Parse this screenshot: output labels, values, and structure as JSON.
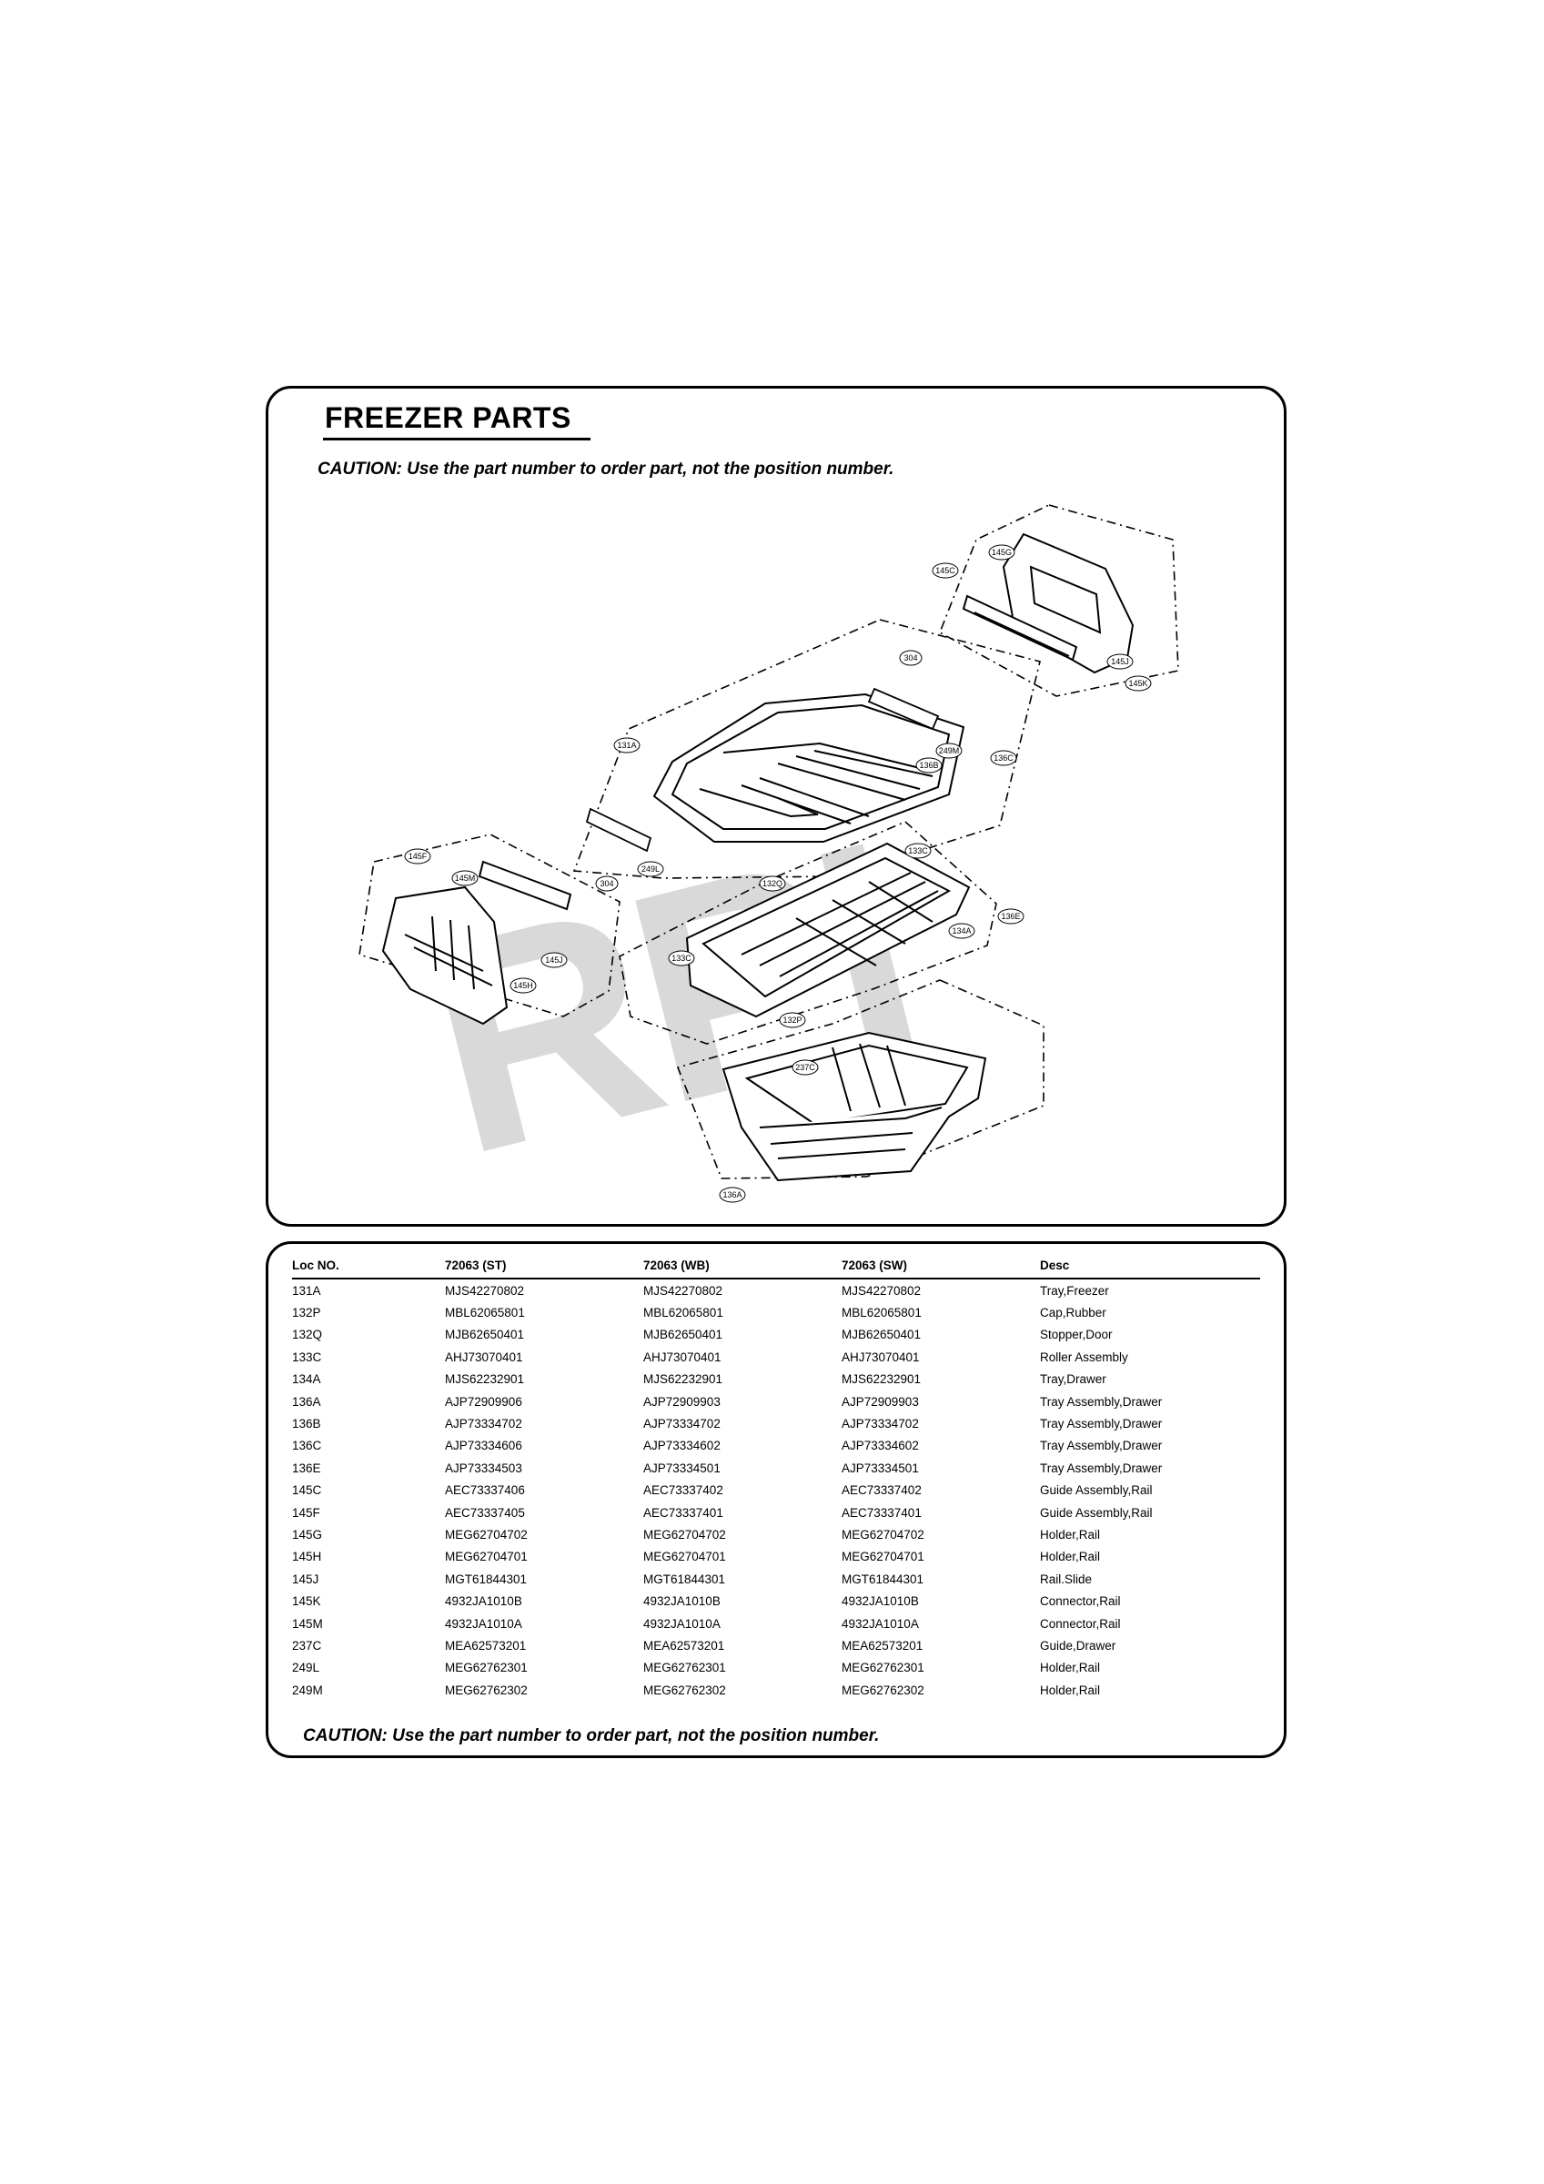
{
  "diagram": {
    "title": "FREEZER PARTS",
    "caution": "CAUTION: Use the part number to order part, not the position number.",
    "watermark": "RPI",
    "callouts": [
      "145C",
      "145G",
      "145J",
      "145K",
      "304",
      "131A",
      "249M",
      "136B",
      "136C",
      "133C",
      "145F",
      "145M",
      "304",
      "249L",
      "132Q",
      "133C",
      "136E",
      "134A",
      "145J",
      "145H",
      "132P",
      "237C",
      "136A"
    ]
  },
  "table": {
    "headers": [
      "Loc NO.",
      "72063 (ST)",
      "72063 (WB)",
      "72063 (SW)",
      "Desc"
    ],
    "rows": [
      [
        "131A",
        "MJS42270802",
        "MJS42270802",
        "MJS42270802",
        "Tray,Freezer"
      ],
      [
        "132P",
        "MBL62065801",
        "MBL62065801",
        "MBL62065801",
        "Cap,Rubber"
      ],
      [
        "132Q",
        "MJB62650401",
        "MJB62650401",
        "MJB62650401",
        "Stopper,Door"
      ],
      [
        "133C",
        "AHJ73070401",
        "AHJ73070401",
        "AHJ73070401",
        "Roller Assembly"
      ],
      [
        "134A",
        "MJS62232901",
        "MJS62232901",
        "MJS62232901",
        "Tray,Drawer"
      ],
      [
        "136A",
        "AJP72909906",
        "AJP72909903",
        "AJP72909903",
        "Tray Assembly,Drawer"
      ],
      [
        "136B",
        "AJP73334702",
        "AJP73334702",
        "AJP73334702",
        "Tray Assembly,Drawer"
      ],
      [
        "136C",
        "AJP73334606",
        "AJP73334602",
        "AJP73334602",
        "Tray Assembly,Drawer"
      ],
      [
        "136E",
        "AJP73334503",
        "AJP73334501",
        "AJP73334501",
        "Tray Assembly,Drawer"
      ],
      [
        "145C",
        "AEC73337406",
        "AEC73337402",
        "AEC73337402",
        "Guide Assembly,Rail"
      ],
      [
        "145F",
        "AEC73337405",
        "AEC73337401",
        "AEC73337401",
        "Guide Assembly,Rail"
      ],
      [
        "145G",
        "MEG62704702",
        "MEG62704702",
        "MEG62704702",
        "Holder,Rail"
      ],
      [
        "145H",
        "MEG62704701",
        "MEG62704701",
        "MEG62704701",
        "Holder,Rail"
      ],
      [
        "145J",
        "MGT61844301",
        "MGT61844301",
        "MGT61844301",
        "Rail.Slide"
      ],
      [
        "145K",
        "4932JA1010B",
        "4932JA1010B",
        "4932JA1010B",
        "Connector,Rail"
      ],
      [
        "145M",
        "4932JA1010A",
        "4932JA1010A",
        "4932JA1010A",
        "Connector,Rail"
      ],
      [
        "237C",
        "MEA62573201",
        "MEA62573201",
        "MEA62573201",
        "Guide,Drawer"
      ],
      [
        "249L",
        "MEG62762301",
        "MEG62762301",
        "MEG62762301",
        "Holder,Rail"
      ],
      [
        "249M",
        "MEG62762302",
        "MEG62762302",
        "MEG62762302",
        "Holder,Rail"
      ]
    ],
    "caution": "CAUTION: Use the part number to order part, not the position number."
  }
}
